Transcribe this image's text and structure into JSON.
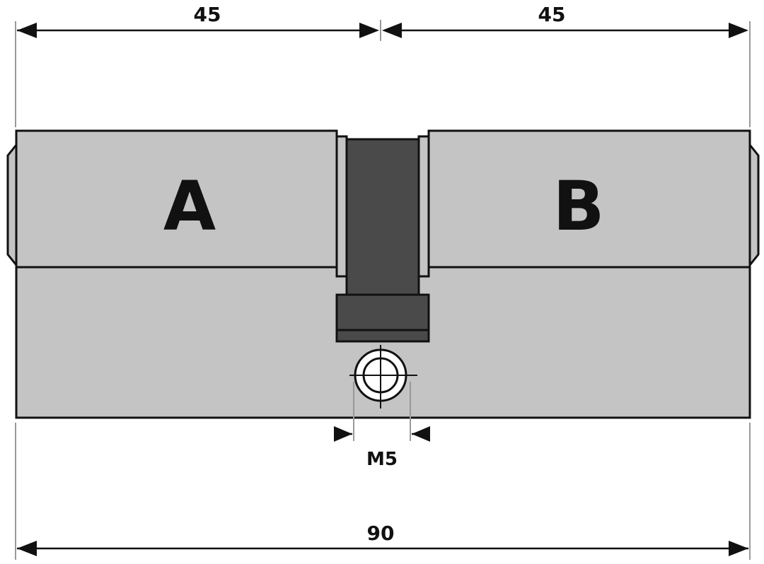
{
  "dimensions": {
    "left_length": "45",
    "right_length": "45",
    "total_length": "90",
    "screw_thread": "M5"
  },
  "halves": {
    "left_label": "A",
    "right_label": "B"
  },
  "colors": {
    "cylinder_body": "#c4c4c4",
    "cam": "#4a4a4a",
    "outline": "#111111",
    "dimension_line": "#111111",
    "extension_line": "#999999"
  }
}
